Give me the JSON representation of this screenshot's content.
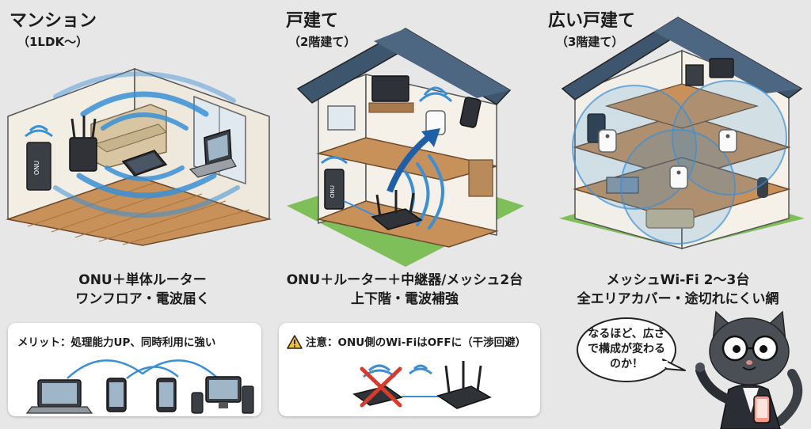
{
  "sections": [
    {
      "title": "マンション",
      "subtitle": "（1LDK～）",
      "caption_lines": [
        "ONU＋単体ルーター",
        "ワンフロア・電波届く"
      ],
      "device_label": "ONU"
    },
    {
      "title": "戸建て",
      "subtitle": "（2階建て）",
      "caption_lines": [
        "ONU＋ルーター＋中継器/メッシュ2台",
        "上下階・電波補強"
      ],
      "device_label": "ONU"
    },
    {
      "title": "広い戸建て",
      "subtitle": "（3階建て）",
      "caption_lines": [
        "メッシュWi-Fi 2～3台",
        "全エリアカバー・途切れにくい網"
      ]
    }
  ],
  "merit_box": {
    "text": "メリット：処理能力UP、同時利用に強い"
  },
  "caution_box": {
    "icon": "warning-icon",
    "text": "注意：ONU側のWi-FiはOFFに（干渉回避）"
  },
  "speech_bubble": {
    "lines": [
      "なるほど、広さ",
      "で構成が変わる",
      "のか！"
    ]
  },
  "colors": {
    "wifi": "#3a8fd6",
    "roof": "#3e556e",
    "floor": "#c9915a",
    "box": "#ffffff",
    "warning": "#f2c12e",
    "cross": "#d93a2b",
    "background": "#e7e7e7"
  }
}
